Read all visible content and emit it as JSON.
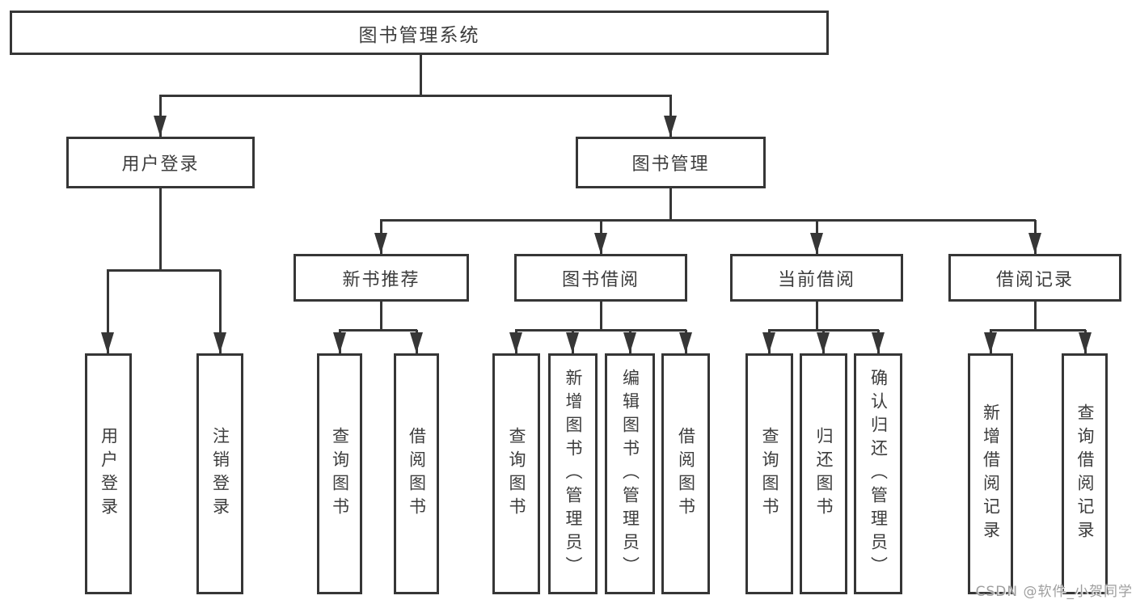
{
  "colors": {
    "line": "#363636",
    "text": "#3d3d3d",
    "watermark": "#9e9e9e",
    "background": "#ffffff"
  },
  "nodes": {
    "root": "图书管理系统",
    "user_login": "用户登录",
    "book_mgmt": "图书管理",
    "new_book_rec": "新书推荐",
    "book_borrow": "图书借阅",
    "current_borrow": "当前借阅",
    "borrow_record": "借阅记录",
    "user_login_leaf": "用户登录",
    "logout_leaf": "注销登录",
    "nbr_query": "查询图书",
    "nbr_borrow": "借阅图书",
    "bb_query": "查询图书",
    "bb_add": "新增图书（管理员）",
    "bb_edit": "编辑图书（管理员）",
    "bb_borrow": "借阅图书",
    "cb_query": "查询图书",
    "cb_return": "归还图书",
    "cb_confirm": "确认归还（管理员）",
    "br_add": "新增借阅记录",
    "br_query": "查询借阅记录"
  },
  "watermark": "CSDN @软件_小贺同学"
}
